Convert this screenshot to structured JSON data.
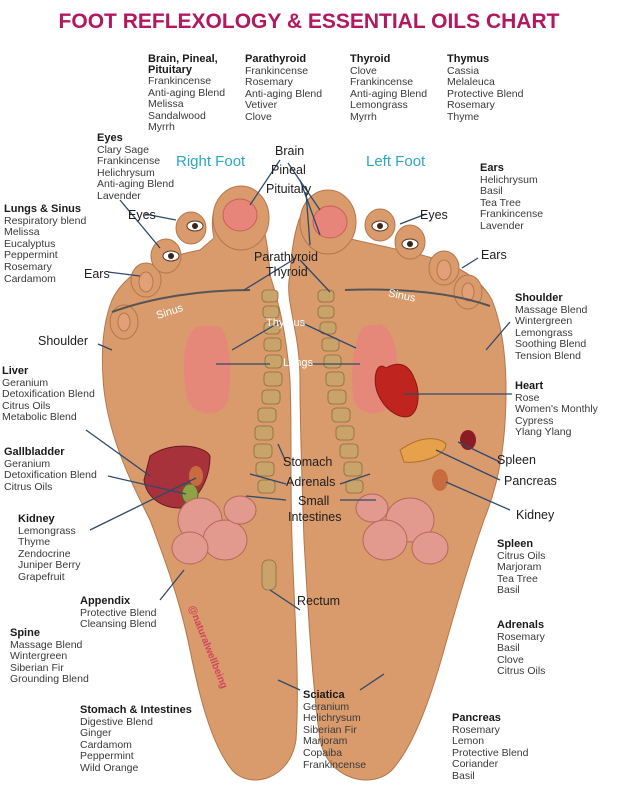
{
  "title": "FOOT REFLEXOLOGY & ESSENTIAL OILS CHART",
  "colors": {
    "title": "#b3185e",
    "foot_label": "#2ba7c4",
    "skin": "#d99a6c",
    "skin_dark": "#b7764a",
    "arrow": "#2f4a6b",
    "watermark": "#d2445a"
  },
  "right_foot_title": "Right Foot",
  "left_foot_title": "Left Foot",
  "watermark": "@naturalwellbeing",
  "top_groups": [
    {
      "heading": "Brain, Pineal, Pituitary",
      "items": [
        "Frankincense",
        "Anti-aging Blend",
        "Melissa",
        "Sandalwood",
        "Myrrh"
      ]
    },
    {
      "heading": "Parathyroid",
      "items": [
        "Frankincense",
        "Rosemary",
        "Anti-aging Blend",
        "Vetiver",
        "Clove"
      ]
    },
    {
      "heading": "Thyroid",
      "items": [
        "Clove",
        "Frankincense",
        "Anti-aging Blend",
        "Lemongrass",
        "Myrrh"
      ]
    },
    {
      "heading": "Thymus",
      "items": [
        "Cassia",
        "Melaleuca",
        "Protective Blend",
        "Rosemary",
        "Thyme"
      ]
    }
  ],
  "left_groups": [
    {
      "heading": "Eyes",
      "items": [
        "Clary Sage",
        "Frankincense",
        "Helichrysum",
        "Anti-aging Blend",
        "Lavender"
      ]
    },
    {
      "heading": "Lungs & Sinus",
      "items": [
        "Respiratory blend",
        "Melissa",
        "Eucalyptus",
        "Peppermint",
        "Rosemary",
        "Cardamom"
      ]
    },
    {
      "heading": "Liver",
      "items": [
        "Geranium",
        "Detoxification Blend",
        "Citrus Oils",
        "Metabolic Blend"
      ]
    },
    {
      "heading": "Gallbladder",
      "items": [
        "Geranium",
        "Detoxification Blend",
        "Citrus Oils"
      ]
    },
    {
      "heading": "Kidney",
      "items": [
        "Lemongrass",
        "Thyme",
        "Zendocrine",
        "Juniper Berry",
        "Grapefruit"
      ]
    },
    {
      "heading": "Appendix",
      "items": [
        "Protective Blend",
        "Cleansing Blend"
      ]
    },
    {
      "heading": "Spine",
      "items": [
        "Massage Blend",
        "Wintergreen",
        "Siberian Fir",
        "Grounding Blend"
      ]
    },
    {
      "heading": "Stomach & Intestines",
      "items": [
        "Digestive Blend",
        "Ginger",
        "Cardamom",
        "Peppermint",
        "Wild Orange"
      ]
    }
  ],
  "right_groups": [
    {
      "heading": "Ears",
      "items": [
        "Helichrysum",
        "Basil",
        "Tea Tree",
        "Frankincense",
        "Lavender"
      ]
    },
    {
      "heading": "Shoulder",
      "items": [
        "Massage Blend",
        "Wintergreen",
        "Lemongrass",
        "Soothing Blend",
        "Tension Blend"
      ]
    },
    {
      "heading": "Heart",
      "items": [
        "Rose",
        "Women's Monthly",
        "Cypress",
        "Ylang Ylang"
      ]
    },
    {
      "heading": "Spleen",
      "items": [
        "Citrus Oils",
        "Marjoram",
        "Tea Tree",
        "Basil"
      ]
    },
    {
      "heading": "Adrenals",
      "items": [
        "Rosemary",
        "Basil",
        "Clove",
        "Citrus Oils"
      ]
    },
    {
      "heading": "Pancreas",
      "items": [
        "Rosemary",
        "Lemon",
        "Protective Blend",
        "Coriander",
        "Basil"
      ]
    },
    {
      "heading": "Sciatica",
      "items": [
        "Geranium",
        "Helichrysum",
        "Siberian Fir",
        "Marjoram",
        "Copaiba",
        "Frankincense"
      ]
    }
  ],
  "diagram_labels": {
    "brain": "Brain",
    "pineal": "Pineal",
    "pituitary": "Pituitary",
    "eyes_left": "Eyes",
    "eyes_right": "Eyes",
    "ears_left": "Ears",
    "ears_right": "Ears",
    "sinus_right": "Sinus",
    "sinus_left": "Sinus",
    "parathyroid": "Parathyroid",
    "thyroid": "Thyroid",
    "thymus": "Thymus",
    "lungs": "Lungs",
    "shoulder": "Shoulder",
    "stomach": "Stomach",
    "adrenals": "Adrenals",
    "small_intestines_1": "Small",
    "small_intestines_2": "Intestines",
    "spleen": "Spleen",
    "pancreas": "Pancreas",
    "kidney": "Kidney",
    "rectum": "Rectum"
  }
}
